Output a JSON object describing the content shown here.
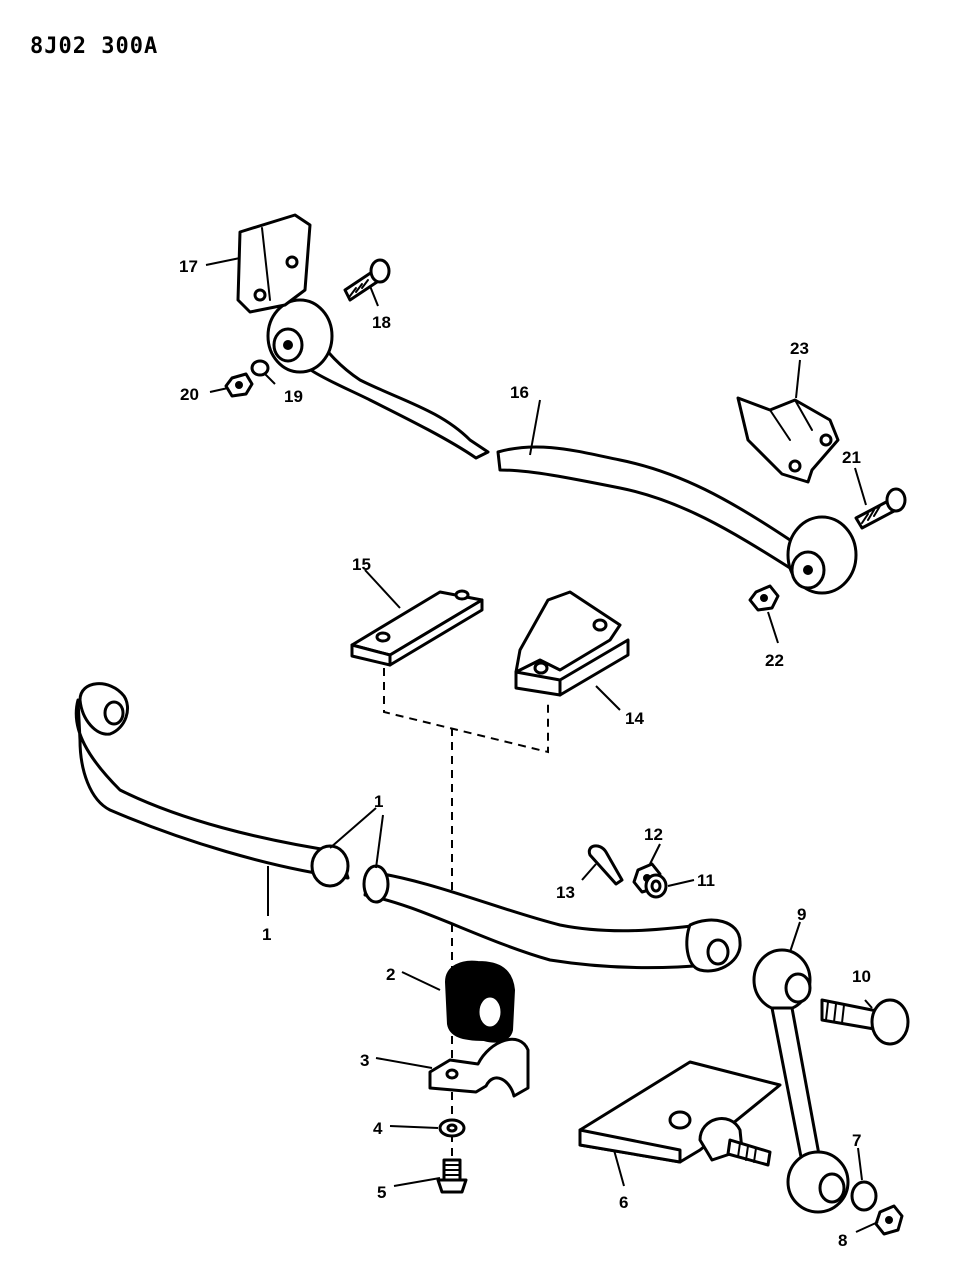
{
  "header": {
    "ref_code": "8J02  300A"
  },
  "callouts": {
    "c1a": "1",
    "c1b": "1",
    "c2": "2",
    "c3": "3",
    "c4": "4",
    "c5": "5",
    "c6": "6",
    "c7": "7",
    "c8": "8",
    "c9": "9",
    "c10": "10",
    "c11": "11",
    "c12": "12",
    "c13": "13",
    "c14": "14",
    "c15": "15",
    "c16": "16",
    "c17": "17",
    "c18": "18",
    "c19": "19",
    "c20": "20",
    "c21": "21",
    "c22": "22",
    "c23": "23"
  }
}
